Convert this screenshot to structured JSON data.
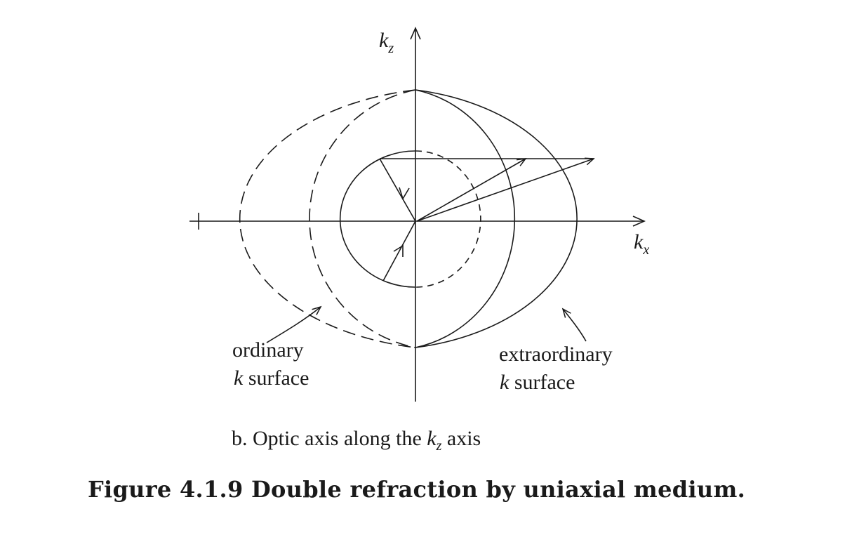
{
  "axes": {
    "x_label_base": "k",
    "x_label_sub": "x",
    "z_label_base": "k",
    "z_label_sub": "z"
  },
  "labels": {
    "ordinary_line1": "ordinary",
    "ordinary_line2_var": "k",
    "ordinary_line2_rest": " surface",
    "extraordinary_line1": "extraordinary",
    "extraordinary_line2_var": "k",
    "extraordinary_line2_rest": " surface"
  },
  "caption": {
    "prefix": "b.  Optic axis along the ",
    "var": "k",
    "var_sub": "z",
    "suffix": " axis"
  },
  "figure_caption": "Figure 4.1.9 Double refraction by uniaxial medium."
}
